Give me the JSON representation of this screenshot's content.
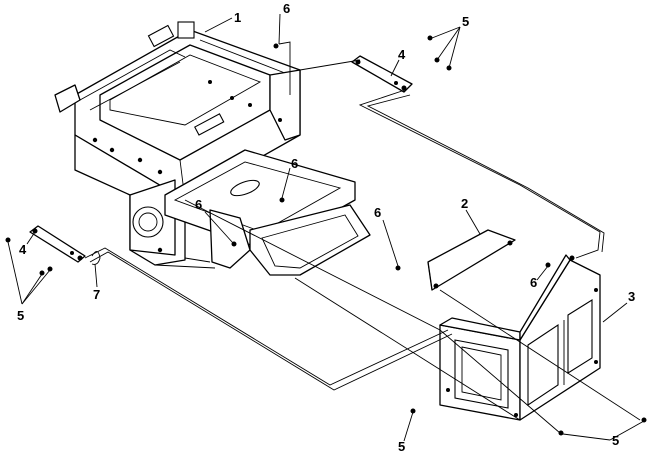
{
  "callouts": [
    {
      "id": "c1",
      "text": "1"
    },
    {
      "id": "c2",
      "text": "2"
    },
    {
      "id": "c3",
      "text": "3"
    },
    {
      "id": "c4a",
      "text": "4"
    },
    {
      "id": "c4b",
      "text": "4"
    },
    {
      "id": "c5a",
      "text": "5"
    },
    {
      "id": "c5b",
      "text": "5"
    },
    {
      "id": "c5c",
      "text": "5"
    },
    {
      "id": "c5d",
      "text": "5"
    },
    {
      "id": "c6a",
      "text": "6"
    },
    {
      "id": "c6b",
      "text": "6"
    },
    {
      "id": "c6c",
      "text": "6"
    },
    {
      "id": "c6d",
      "text": "6"
    },
    {
      "id": "c6e",
      "text": "6"
    },
    {
      "id": "c7",
      "text": "7"
    }
  ]
}
